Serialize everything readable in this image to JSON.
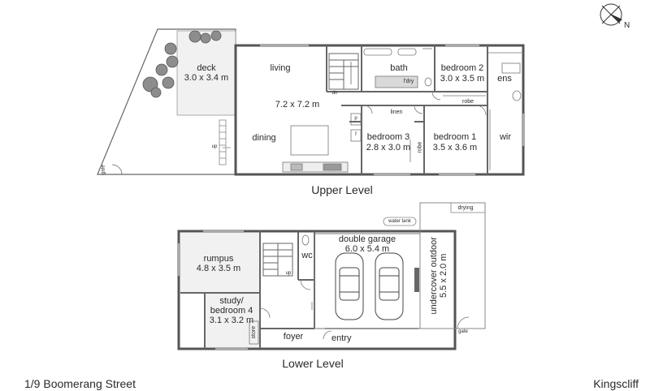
{
  "upper": {
    "title": "Upper Level",
    "deck": {
      "name": "deck",
      "size": "3.0 x 3.4 m"
    },
    "living": "living",
    "living_size": "7.2 x 7.2 m",
    "dining": "dining",
    "bath": "bath",
    "laundry": "l'dry",
    "bedroom2": {
      "name": "bedroom 2",
      "size": "3.0 x 3.5 m"
    },
    "ens": "ens",
    "robe": "robe",
    "robe2": "robe",
    "linen": "linen",
    "bedroom3": {
      "name": "bedroom 3",
      "size": "2.8 x 3.0 m"
    },
    "bedroom1": {
      "name": "bedroom 1",
      "size": "3.5 x 3.6 m"
    },
    "wir": "wir",
    "dn": "dn",
    "up": "up",
    "gate": "gate",
    "pantry_p": "p",
    "fridge_f": "f"
  },
  "lower": {
    "title": "Lower Level",
    "water_tank": "water tank",
    "drying": "drying",
    "rumpus": {
      "name": "rumpus",
      "size": "4.8 x 3.5 m"
    },
    "wc": "wc",
    "up": "up",
    "double_garage": {
      "name": "double garage",
      "size": "6.0 x 5.4 m"
    },
    "undercover": {
      "name": "undercover outdoor",
      "size": "5.5 x 2.0 m"
    },
    "study": {
      "name1": "study/",
      "name2": "bedroom 4",
      "size": "3.1 x 3.2 m"
    },
    "store": "store",
    "foyer": "foyer",
    "entry": "entry",
    "gate": "gate"
  },
  "footer": {
    "address": "1/9 Boomerang Street",
    "suburb": "Kingscliff"
  },
  "compass": {
    "label": "N"
  }
}
